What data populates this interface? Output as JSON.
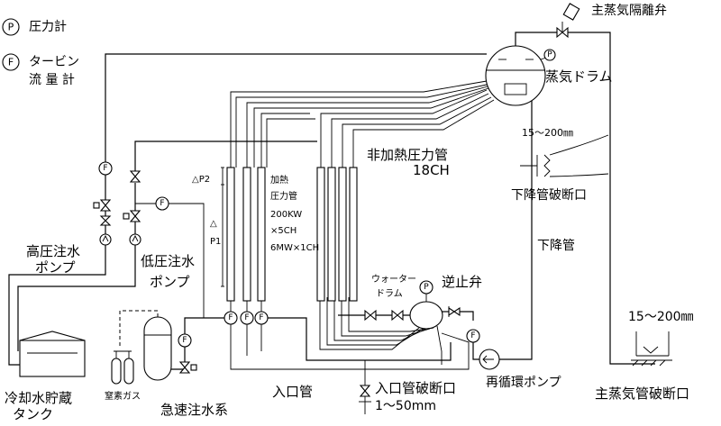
{
  "legend": {
    "pressure_symbol": "P",
    "pressure_label": "圧力計",
    "flow_symbol": "F",
    "flow_label_line1": "タービン",
    "flow_label_line2": "流 量 計"
  },
  "labels": {
    "main_steam_isolation_valve": "主蒸気隔離弁",
    "steam_drum": "蒸気ドラム",
    "unheated_pressure_tube": "非加熱圧力管",
    "unheated_count": "18CH",
    "downcomer_break_size": "15～200㎜",
    "downcomer_break": "下降管破断口",
    "downcomer": "下降管",
    "heated_tube_1": "加熱",
    "heated_tube_2": "圧力管",
    "heated_tube_3": "200KW",
    "heated_tube_4": "×5CH",
    "heated_tube_5": "6MW×1CH",
    "dp2": "△P2",
    "dp1_symbol": "△",
    "dp1": "P1",
    "hp_injection_line1": "高圧注水",
    "hp_injection_line2": "ポンプ",
    "lp_injection_line1": "低圧注水",
    "lp_injection_line2": "ポンプ",
    "water_drum_line1": "ウォーター",
    "water_drum_line2": "ドラム",
    "check_valve": "逆止弁",
    "main_steam_break_size": "15～200㎜",
    "main_steam_break": "主蒸気管破断口",
    "recirculation_pump": "再循環ポンプ",
    "inlet_pipe": "入口管",
    "inlet_break": "入口管破断口",
    "inlet_break_size": "1～50mm",
    "nitrogen_gas": "窒素ガス",
    "rapid_injection": "急速注水系",
    "coolant_tank_line1": "冷却水貯蔵",
    "coolant_tank_line2": "タンク"
  },
  "symbols": {
    "pressure": "P",
    "flow": "F"
  }
}
